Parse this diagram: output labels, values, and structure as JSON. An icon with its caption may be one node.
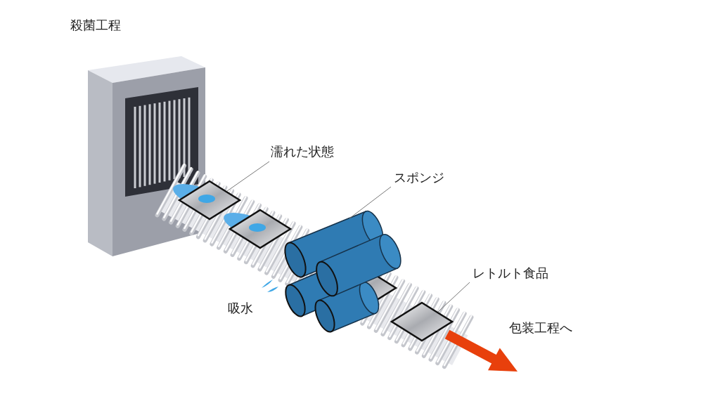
{
  "diagram": {
    "nodes": [
      {
        "text": [
          "濡れた状態"
        ]
      },
      {
        "text": [],
        "shape": "picture"
      },
      {
        "text": [
          "スポンジ"
        ]
      },
      {
        "text": [],
        "shape": "picture"
      },
      {
        "text": [
          "レトルト食品"
        ]
      },
      {
        "text": [],
        "shape": "picture"
      }
    ],
    "edges": [
      {
        "from": 0,
        "to": 1,
        "arrow": "none"
      },
      {
        "from": 2,
        "to": 3,
        "arrow": "none"
      },
      {
        "from": 4,
        "to": 5,
        "arrow": "none"
      }
    ],
    "labels": [
      "殺菌工程",
      "吸水",
      "包装工程へ"
    ]
  }
}
